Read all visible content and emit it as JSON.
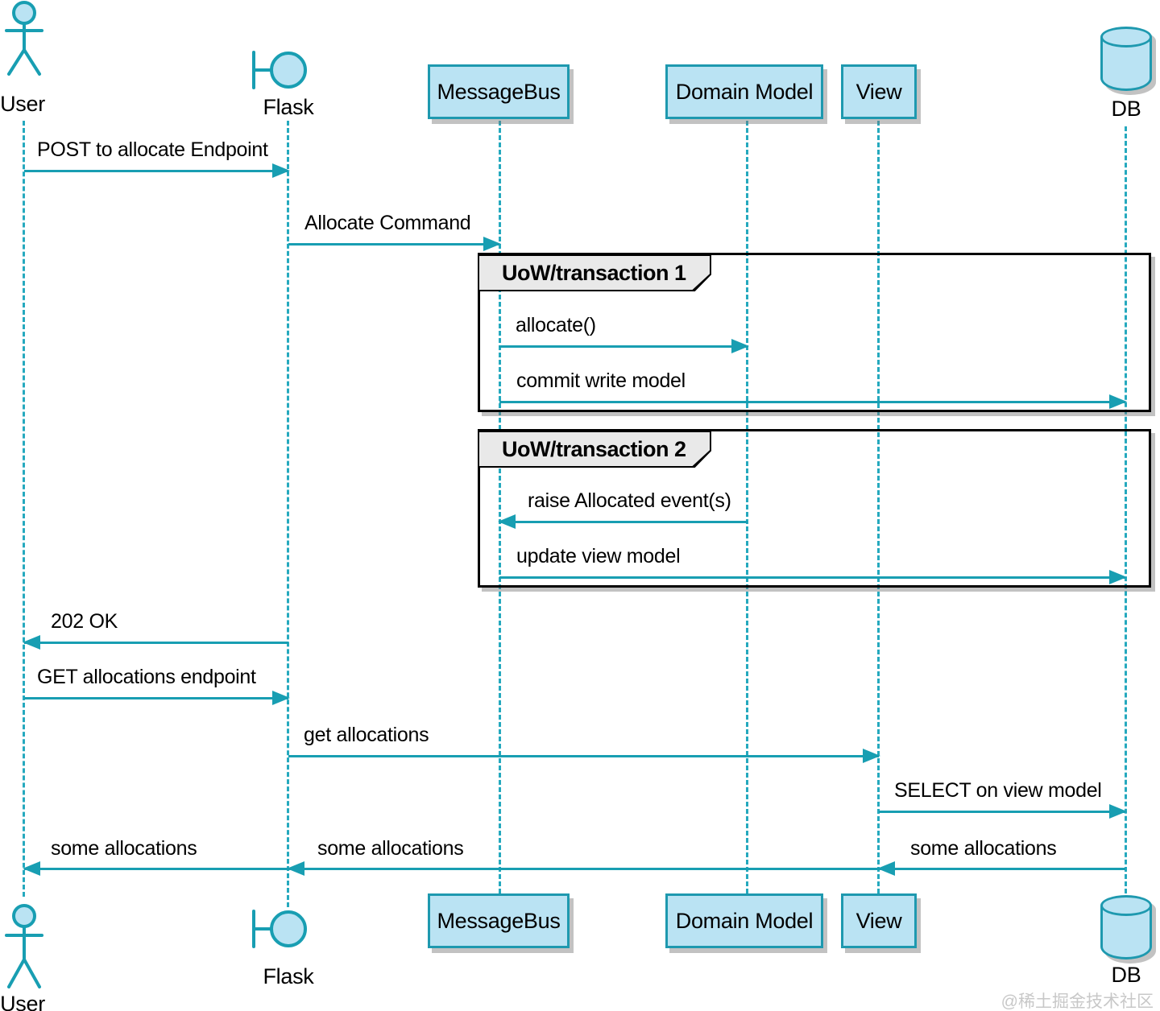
{
  "colors": {
    "accent": "#189eb2",
    "participant_fill": "#bae3f3",
    "participant_border": "#1e99af",
    "group_frame": "#000000",
    "group_tab_fill": "#e9e9e9",
    "shadow": "#9e9e9e",
    "watermark": "#c8c8c8"
  },
  "participants": [
    {
      "id": "user",
      "label": "User",
      "icon": "actor-icon"
    },
    {
      "id": "flask",
      "label": "Flask",
      "icon": "boundary-icon"
    },
    {
      "id": "messagebus",
      "label": "MessageBus",
      "icon": "box"
    },
    {
      "id": "domain-model",
      "label": "Domain Model",
      "icon": "box"
    },
    {
      "id": "view",
      "label": "View",
      "icon": "box"
    },
    {
      "id": "db",
      "label": "DB",
      "icon": "database-icon"
    }
  ],
  "groups": [
    {
      "title": "UoW/transaction 1"
    },
    {
      "title": "UoW/transaction 2"
    }
  ],
  "messages": [
    {
      "from": "User",
      "to": "Flask",
      "label": "POST to allocate Endpoint"
    },
    {
      "from": "Flask",
      "to": "MessageBus",
      "label": "Allocate Command"
    },
    {
      "from": "MessageBus",
      "to": "Domain Model",
      "label": "allocate()"
    },
    {
      "from": "MessageBus",
      "to": "DB",
      "label": "commit write model"
    },
    {
      "from": "Domain Model",
      "to": "MessageBus",
      "label": "raise Allocated event(s)"
    },
    {
      "from": "MessageBus",
      "to": "DB",
      "label": "update view model"
    },
    {
      "from": "Flask",
      "to": "User",
      "label": "202 OK"
    },
    {
      "from": "User",
      "to": "Flask",
      "label": "GET allocations endpoint"
    },
    {
      "from": "Flask",
      "to": "View",
      "label": "get allocations"
    },
    {
      "from": "View",
      "to": "DB",
      "label": "SELECT on view model"
    },
    {
      "from": "Flask",
      "to": "User",
      "label": "some allocations"
    },
    {
      "from": "View",
      "to": "Flask",
      "label": "some allocations"
    },
    {
      "from": "DB",
      "to": "View",
      "label": "some allocations"
    }
  ],
  "watermark": {
    "text": "@稀土掘金技术社区"
  }
}
